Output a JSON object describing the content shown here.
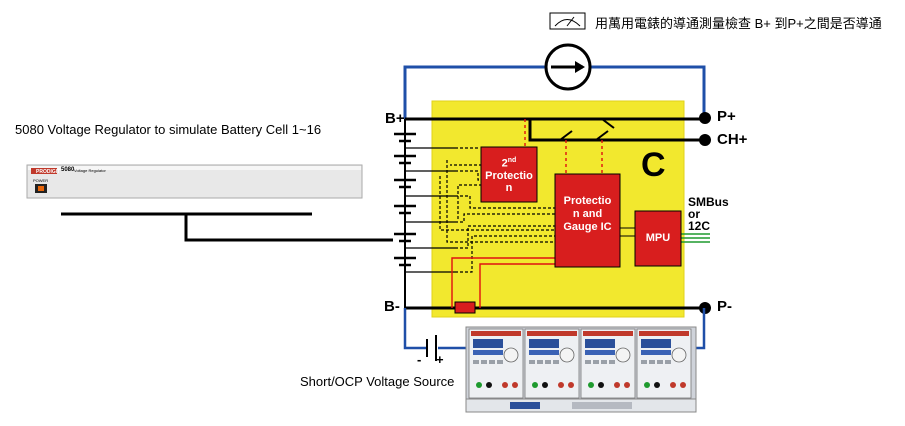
{
  "legend": {
    "text": "用萬用電錶的導通測量檢查 B+ 到P+之間是否導通",
    "icon": "meter-icon"
  },
  "regulator": {
    "caption": "5080 Voltage Regulator to simulate Battery Cell 1~16",
    "brand": "PRODIGIT",
    "model": "5080",
    "subtitle": "Voltage Regulator",
    "power": "POWER"
  },
  "source": {
    "caption": "Short/OCP Voltage Source",
    "minus": "-",
    "plus": "+"
  },
  "terminals": {
    "b_plus": "B+",
    "b_minus": "B-",
    "p_plus": "P+",
    "ch_plus": "CH+",
    "p_minus": "P-"
  },
  "board": {
    "letter": "C",
    "protection2_l1": "2",
    "protection2_sup": "nd",
    "protection2_l2": "Protectio",
    "protection2_l3": "n",
    "gauge_l1": "Protectio",
    "gauge_l2": "n and",
    "gauge_l3": "Gauge IC",
    "mpu": "MPU",
    "smbus_l1": "SMBus",
    "smbus_l2": "or",
    "smbus_l3": "12C"
  },
  "colors": {
    "board": "#f2e82e",
    "chip": "#d81e1e",
    "wire_blue": "#1f4fa8",
    "wire_red": "#e01010",
    "green": "#1e9a2e"
  }
}
